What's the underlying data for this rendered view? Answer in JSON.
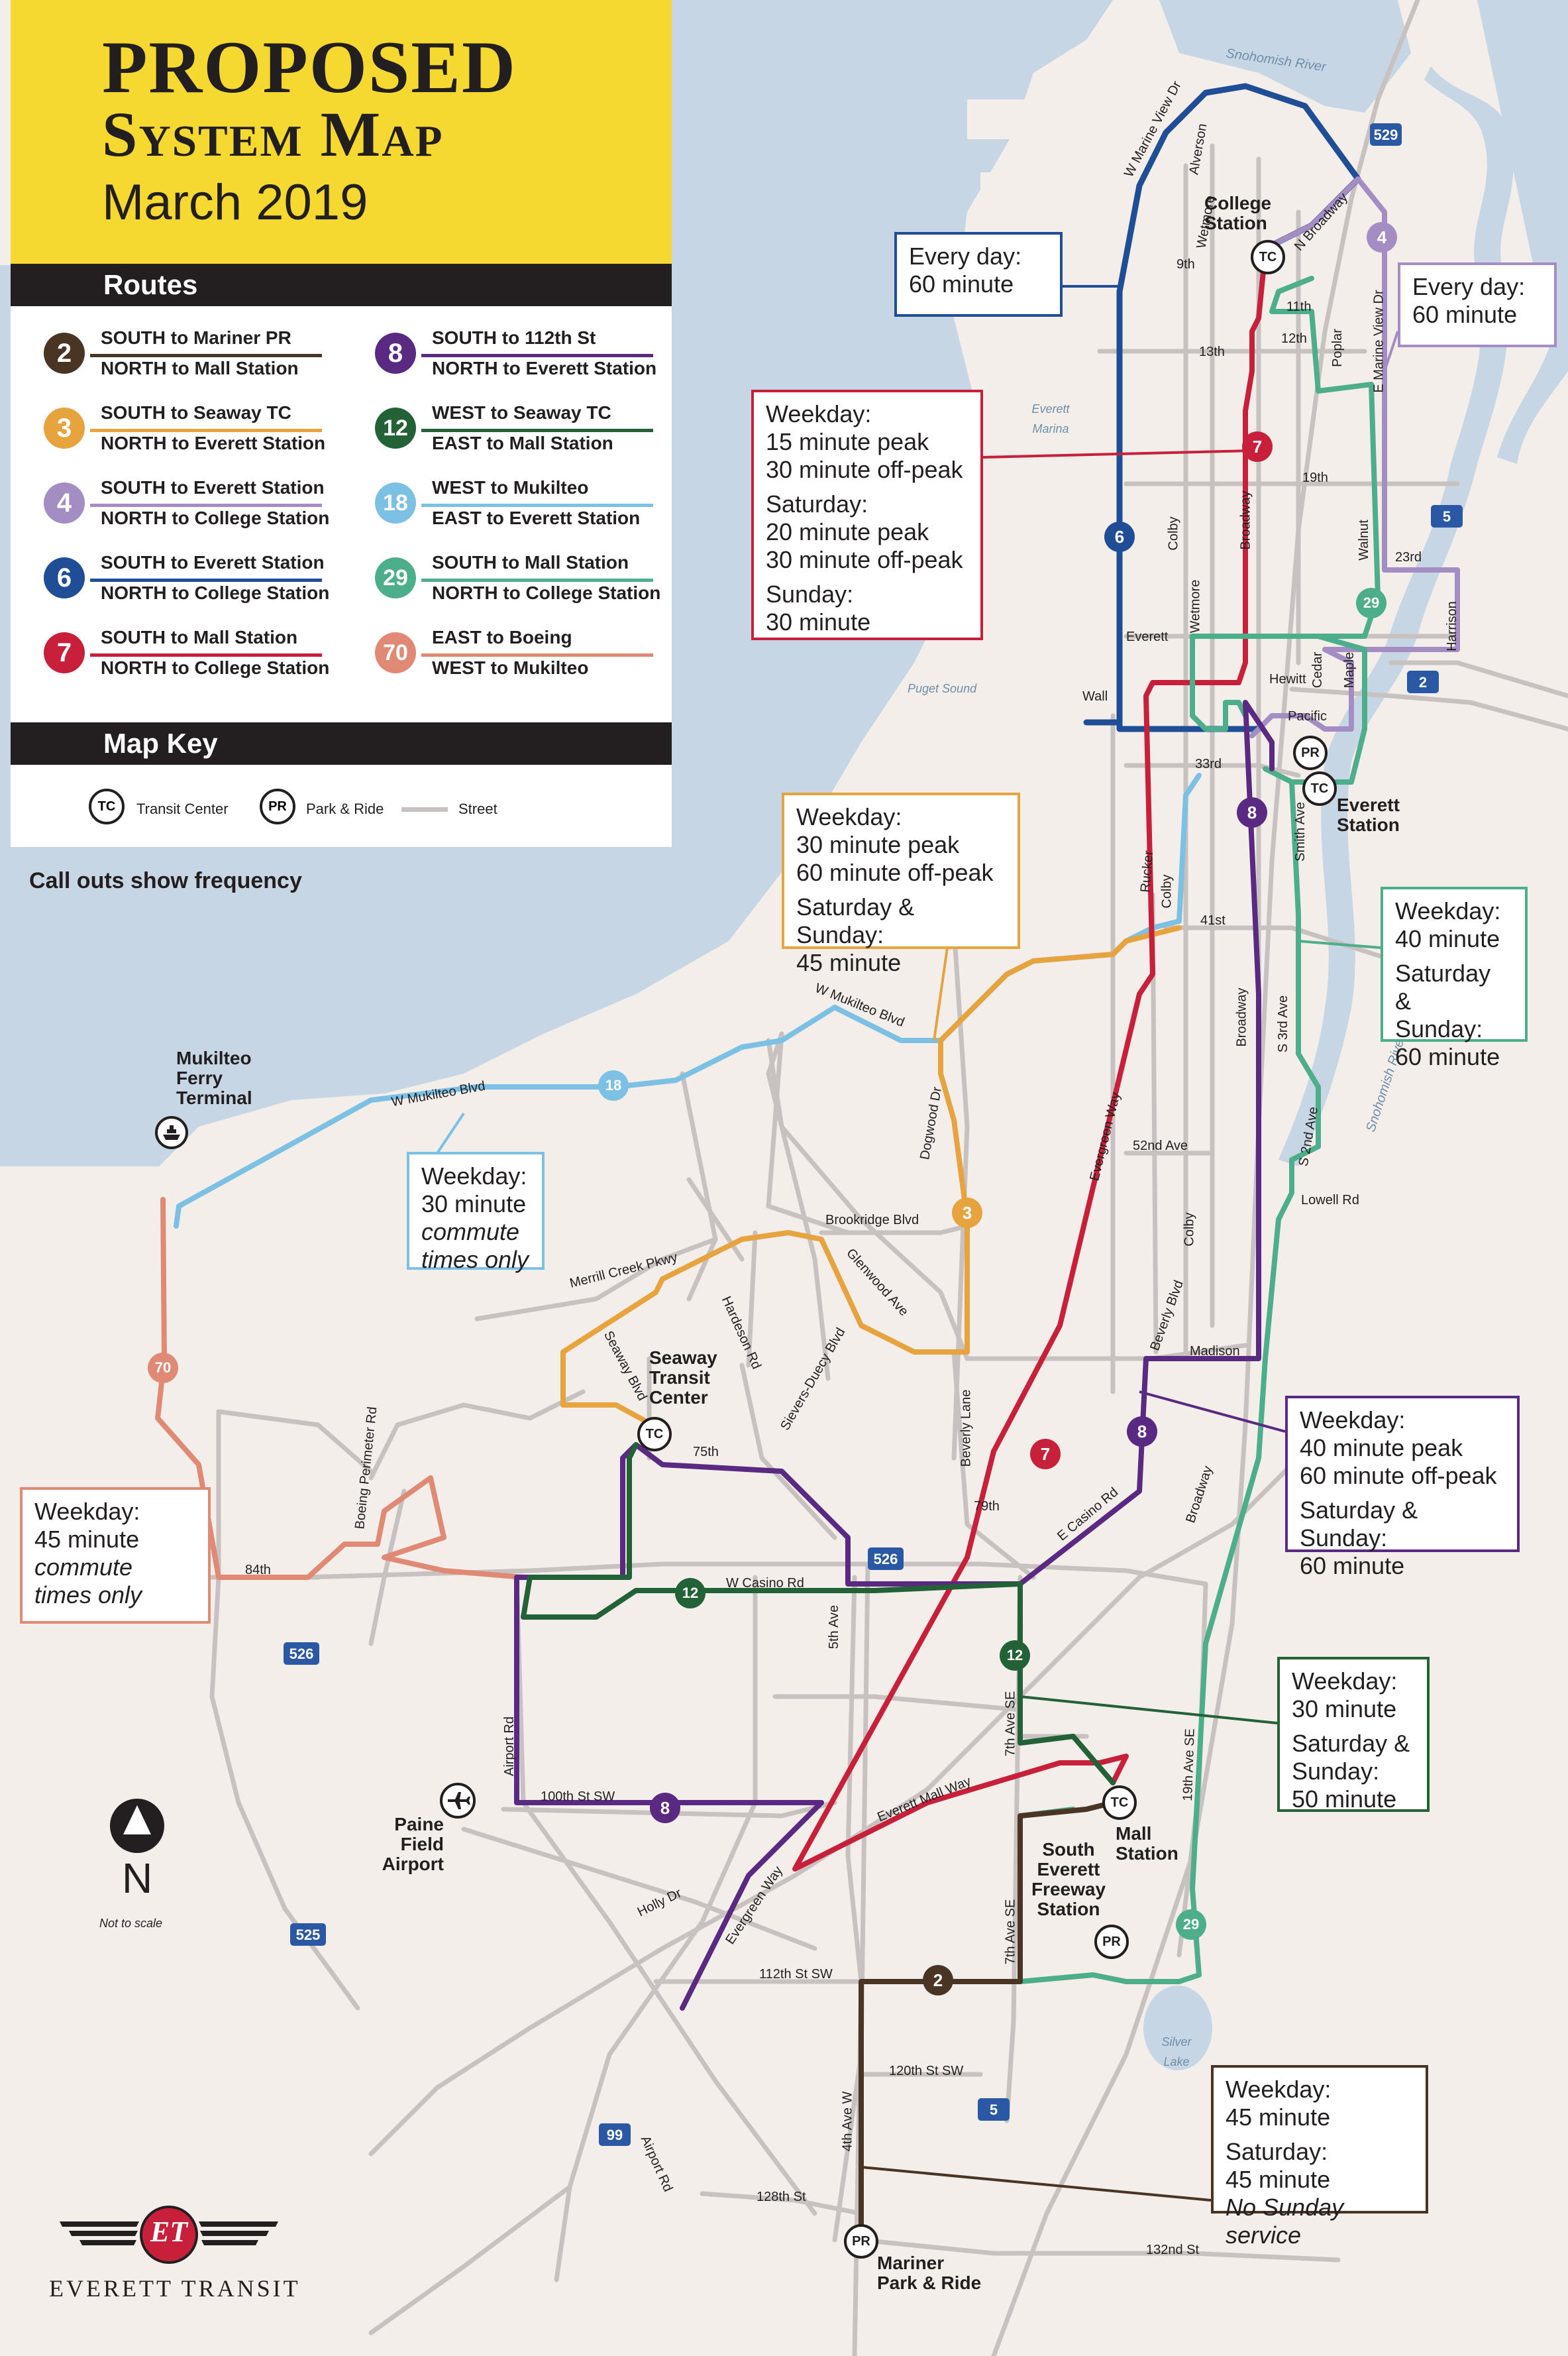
{
  "title": {
    "line1": "PROPOSED",
    "line2": "System Map",
    "line3": "March 2019"
  },
  "routes_heading": "Routes",
  "routes": [
    {
      "number": "2",
      "color": "#4a3424",
      "south": "SOUTH to Mariner PR",
      "north": "NORTH to Mall Station"
    },
    {
      "number": "3",
      "color": "#e7a33e",
      "south": "SOUTH to Seaway TC",
      "north": "NORTH to Everett Station"
    },
    {
      "number": "4",
      "color": "#a48dc2",
      "south": "SOUTH to Everett Station",
      "north": "NORTH to College Station"
    },
    {
      "number": "6",
      "color": "#1f4e96",
      "south": "SOUTH to Everett Station",
      "north": "NORTH to College Station"
    },
    {
      "number": "7",
      "color": "#c8203a",
      "south": "SOUTH to Mall Station",
      "north": "NORTH to College Station"
    },
    {
      "number": "8",
      "color": "#5a2a82",
      "south": "SOUTH to 112th St",
      "north": "NORTH to Everett Station"
    },
    {
      "number": "12",
      "color": "#236136",
      "south": "WEST to Seaway TC",
      "north": "EAST to Mall Station"
    },
    {
      "number": "18",
      "color": "#7cc0e4",
      "south": "WEST to Mukilteo",
      "north": "EAST to Everett Station"
    },
    {
      "number": "29",
      "color": "#4cae8a",
      "south": "SOUTH to Mall Station",
      "north": "NORTH to College Station"
    },
    {
      "number": "70",
      "color": "#e08a76",
      "south": "EAST to Boeing",
      "north": "WEST to Mukilteo"
    }
  ],
  "map_key": {
    "heading": "Map Key",
    "transit_center_symbol": "TC",
    "transit_center": "Transit Center",
    "park_ride_symbol": "PR",
    "park_ride": "Park & Ride",
    "street": "Street"
  },
  "callout_note": "Call outs show frequency",
  "callouts": [
    {
      "id": "r6",
      "color": "#1f4e96",
      "lines": [
        [
          "Every day:"
        ],
        [
          "60 minute"
        ]
      ]
    },
    {
      "id": "r4",
      "color": "#a48dc2",
      "lines": [
        [
          "Every day:"
        ],
        [
          "60 minute"
        ]
      ]
    },
    {
      "id": "r7",
      "color": "#c8203a",
      "lines": [
        [
          "Weekday:"
        ],
        [
          "15 minute peak"
        ],
        [
          "30 minute off-peak"
        ],
        [
          "Saturday:",
          "gap"
        ],
        [
          "20 minute peak"
        ],
        [
          "30 minute off-peak"
        ],
        [
          "Sunday:",
          "gap"
        ],
        [
          "30 minute"
        ]
      ]
    },
    {
      "id": "r3",
      "color": "#e7a33e",
      "lines": [
        [
          "Weekday:"
        ],
        [
          "30 minute peak"
        ],
        [
          "60 minute off-peak"
        ],
        [
          "Saturday & Sunday:",
          "gap"
        ],
        [
          "45 minute"
        ]
      ]
    },
    {
      "id": "r29",
      "color": "#4cae8a",
      "lines": [
        [
          "Weekday:"
        ],
        [
          "40 minute"
        ],
        [
          "Saturday &",
          "gap"
        ],
        [
          "Sunday:"
        ],
        [
          "60 minute"
        ]
      ]
    },
    {
      "id": "r18",
      "color": "#7cc0e4",
      "lines": [
        [
          "Weekday:"
        ],
        [
          "30 minute"
        ],
        [
          "commute",
          "it"
        ],
        [
          "times only",
          "it"
        ]
      ]
    },
    {
      "id": "r8",
      "color": "#5a2a82",
      "lines": [
        [
          "Weekday:"
        ],
        [
          "40 minute peak"
        ],
        [
          "60 minute off-peak"
        ],
        [
          "Saturday & Sunday:",
          "gap"
        ],
        [
          "60 minute"
        ]
      ]
    },
    {
      "id": "r12",
      "color": "#236136",
      "lines": [
        [
          "Weekday:"
        ],
        [
          "30 minute"
        ],
        [
          "Saturday &",
          "gap"
        ],
        [
          "Sunday:"
        ],
        [
          "50 minute"
        ]
      ]
    },
    {
      "id": "r70",
      "color": "#e08a76",
      "lines": [
        [
          "Weekday:"
        ],
        [
          "45 minute"
        ],
        [
          "commute",
          "it"
        ],
        [
          "times only",
          "it"
        ]
      ]
    },
    {
      "id": "r2",
      "color": "#4a3424",
      "lines": [
        [
          "Weekday:"
        ],
        [
          "45 minute"
        ],
        [
          "Saturday:",
          "gap"
        ],
        [
          "45 minute"
        ],
        [
          "No Sunday service",
          "it"
        ]
      ]
    }
  ],
  "places": {
    "college_station": "College Station",
    "everett_station": "Everett Station",
    "seaway_tc": "Seaway Transit Center",
    "mukilteo_ferry": "Mukilteo Ferry Terminal",
    "paine_field": "Paine Field Airport",
    "mall_station": "Mall Station",
    "south_everett_freeway": "South Everett Freeway Station",
    "mariner_pr": "Mariner Park & Ride"
  },
  "water_labels": {
    "snohomish_river_n": "Snohomish River",
    "snohomish_river_e": "Snohomish River",
    "everett_marina": "Everett Marina",
    "puget_sound": "Puget Sound",
    "silver_lake": "Silver Lake"
  },
  "streets": {
    "w_marine_view": "W Marine View Dr",
    "alverson": "Alverson",
    "wetmore_n": "Wetmore",
    "n_broadway": "N Broadway",
    "ninth": "9th",
    "eleventh": "11th",
    "twelfth": "12th",
    "thirteenth": "13th",
    "poplar": "Poplar",
    "e_marine_view": "E Marine View Dr",
    "nineteenth": "19th",
    "colby_n": "Colby",
    "broadway_n": "Broadway",
    "walnut": "Walnut",
    "twentythird": "23rd",
    "harrison": "Harrison",
    "everett": "Everett",
    "wetmore": "Wetmore",
    "wall": "Wall",
    "hewitt": "Hewitt",
    "cedar": "Cedar",
    "maple": "Maple",
    "pacific": "Pacific",
    "thirtythird": "33rd",
    "smith_ave": "Smith Ave",
    "rucker": "Rucker",
    "colby_mid": "Colby",
    "fortyfirst": "41st",
    "w_mukilteo_blvd": "W Mukilteo Blvd",
    "w_mukilteo_blvd2": "W Mukilteo Blvd",
    "dogwood": "Dogwood Dr",
    "evergreen_way": "Evergreen Way",
    "broadway_s": "Broadway",
    "s_3rd": "S 3rd Ave",
    "s_2nd": "S 2nd Ave",
    "fiftysecond": "52nd Ave",
    "lowell": "Lowell Rd",
    "colby_s": "Colby",
    "brookridge": "Brookridge Blvd",
    "merrill_creek": "Merrill Creek Pkwy",
    "glenwood": "Glenwood Ave",
    "hardeson": "Hardeson Rd",
    "seaway_blvd": "Seaway Blvd",
    "sievers_duecy": "Sievers-Duecy Blvd",
    "beverly_blvd": "Beverly Blvd",
    "madison": "Madison",
    "beverly_lane": "Beverly Lane",
    "boeing_perimeter": "Boeing Perimeter Rd",
    "seventyfifth": "75th",
    "seventyninth": "79th",
    "e_casino": "E Casino Rd",
    "broadway_se": "Broadway",
    "eightyfourth": "84th",
    "w_casino": "W Casino Rd",
    "fifth_ave": "5th Ave",
    "airport_rd": "Airport Rd",
    "hundredth": "100th St SW",
    "everett_mall_way": "Everett Mall Way",
    "seventh_se": "7th Ave SE",
    "nineteenth_se": "19th Ave SE",
    "holly": "Holly Dr",
    "evergreen_way_s": "Evergreen Way",
    "onetwelfth": "112th St SW",
    "seventh_se_s": "7th Ave SE",
    "onetwentieth": "120th St SW",
    "fourth_w": "4th Ave W",
    "airport_rd_s": "Airport Rd",
    "onetwentyeighth": "128th St",
    "onethirtysecond": "132nd St"
  },
  "shields": {
    "h529": "529",
    "i5_n": "5",
    "h2": "2",
    "h526_w": "526",
    "h526_e": "526",
    "h525": "525",
    "h99": "99",
    "i5_s": "5"
  },
  "map_badges": {
    "b6": "6",
    "b7": "7",
    "b4": "4",
    "b29": "29",
    "b8": "8",
    "b3": "3",
    "b18": "18",
    "b70": "70",
    "b7s": "7",
    "b8s": "8",
    "b12w": "12",
    "b12e": "12",
    "b8w": "8",
    "b2": "2",
    "b29s": "29"
  },
  "stop_symbols": {
    "tc": "TC",
    "pr": "PR"
  },
  "compass": {
    "letter": "N",
    "note": "Not to scale"
  },
  "logo": {
    "monogram": "ET",
    "wordmark": "EVERETT TRANSIT"
  }
}
